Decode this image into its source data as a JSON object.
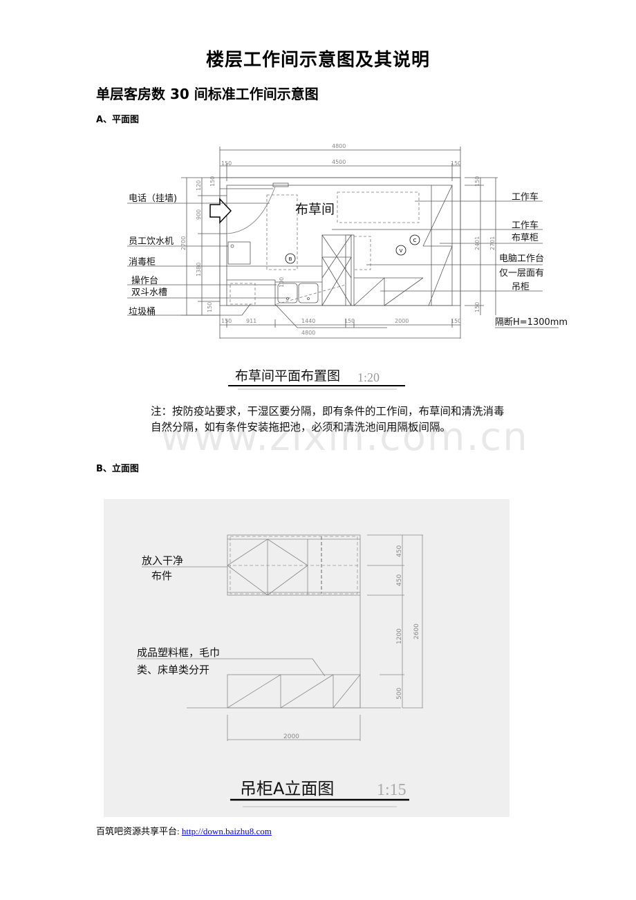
{
  "document": {
    "title": "楼层工作间示意图及其说明",
    "subtitle": "单层客房数 30 间标准工作间示意图",
    "section_a": "A、平面图",
    "section_b": "B、立面图",
    "watermark": "www.zixin.com.cn"
  },
  "plan": {
    "room_label": "布草间",
    "caption": "布草间平面布置图",
    "scale": "1:20",
    "left_labels": [
      "电话（挂墙)",
      "员工饮水机",
      "消毒柜",
      "操作台",
      "双斗水槽",
      "垃圾桶"
    ],
    "right_labels": [
      "工作车",
      "工作车",
      "布草柜",
      "电脑工作台",
      "仅一层面有",
      "吊柜"
    ],
    "partition_note": "隔断H=1300mm",
    "dims_top": [
      "4800",
      "4500",
      "150",
      "150"
    ],
    "dims_bottom": [
      "150",
      "911",
      "1440",
      "150",
      "2000",
      "150",
      "4800"
    ],
    "dims_left": [
      "120",
      "150",
      "900",
      "2700",
      "1380",
      "150"
    ],
    "dims_right": [
      "150",
      "2401",
      "2701",
      "150"
    ],
    "dim_sink": "100",
    "symbols": [
      "B",
      "V",
      "C"
    ]
  },
  "note": {
    "text": "注：按防疫站要求，干湿区要分隔，即有条件的工作间，布草间和清洗消毒自然分隔，如有条件安装拖把池，必须和清洗池间用隔板间隔。"
  },
  "elevation": {
    "label_top_line1": "放入干净",
    "label_top_line2": "布件",
    "label_bottom_line1": "成品塑料框，毛巾",
    "label_bottom_line2": "类、床单类分开",
    "dims_right": [
      "450",
      "450",
      "1200",
      "500"
    ],
    "dim_total": "2600",
    "dim_width": "2000",
    "caption": "吊柜A立面图",
    "scale": "1:15"
  },
  "footer": {
    "label": "百筑吧资源共享平台:",
    "link": "http://down.baizhu8.com"
  }
}
